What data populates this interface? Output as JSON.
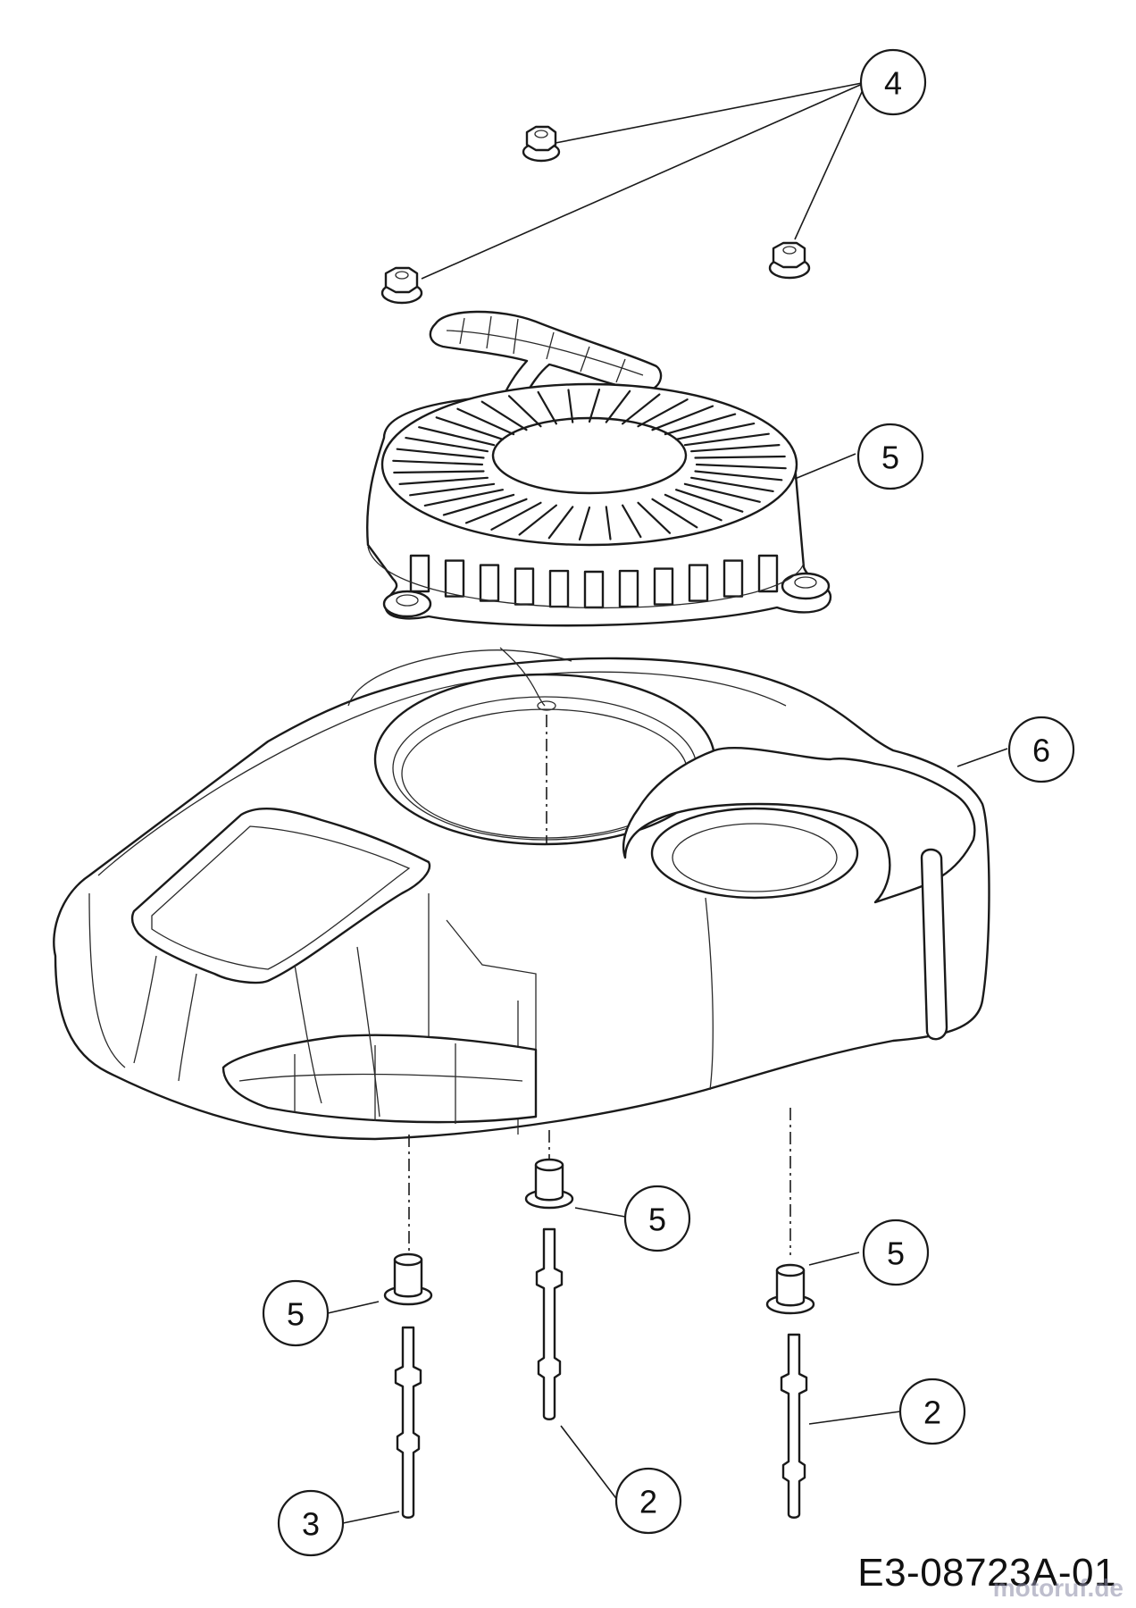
{
  "callouts": [
    {
      "id": "callout-4-nuts",
      "number": "4"
    },
    {
      "id": "callout-5-starter",
      "number": "5"
    },
    {
      "id": "callout-6-housing",
      "number": "6"
    },
    {
      "id": "callout-5-spacer-center",
      "number": "5"
    },
    {
      "id": "callout-5-spacer-right",
      "number": "5"
    },
    {
      "id": "callout-5-spacer-left",
      "number": "5"
    },
    {
      "id": "callout-2-bolt-right",
      "number": "2"
    },
    {
      "id": "callout-2-bolt-center",
      "number": "2"
    },
    {
      "id": "callout-3-bolt-left",
      "number": "3"
    }
  ],
  "drawing_code": "E3-08723A-01",
  "watermark": "motoruf.de"
}
